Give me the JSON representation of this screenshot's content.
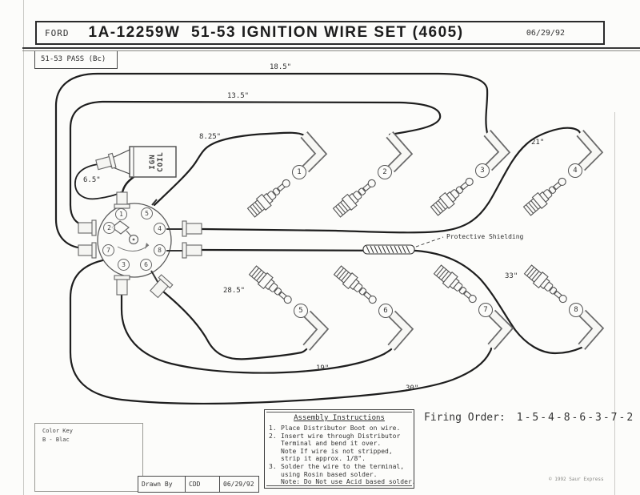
{
  "colors": {
    "ink": "#1e1e1e",
    "outline": "#5a5a5a",
    "paper": "#fcfcfa"
  },
  "header": {
    "brand": "FORD",
    "title": "1A-12259W  51-53 IGNITION WIRE SET (4605)",
    "date": "06/29/92",
    "model": "51-53 PASS (Bc)"
  },
  "coil": {
    "line1": "IGN",
    "line2": "COIL"
  },
  "wire_lengths": {
    "w18": "18.5\"",
    "w13": "13.5\"",
    "w8": "8.25\"",
    "w21": "21\"",
    "w6": "6.5\"",
    "w28": "28.5\"",
    "w33": "33\"",
    "w19": "19\"",
    "w30": "30\""
  },
  "shielding_label": "Protective Shielding",
  "plug_numbers": [
    "1",
    "2",
    "3",
    "4",
    "5",
    "6",
    "7",
    "8"
  ],
  "distributor_terminals": [
    "1",
    "5",
    "2",
    "4",
    "7",
    "8",
    "3",
    "6"
  ],
  "firing_order": {
    "label": "Firing Order:",
    "value": "1-5-4-8-6-3-7-2"
  },
  "assembly": {
    "title": "Assembly Instructions",
    "lines": [
      {
        "num": "1.",
        "text": "Place Distributor Boot on wire."
      },
      {
        "num": "2.",
        "text": "Insert wire through Distributor"
      },
      {
        "num": "",
        "text": "Terminal and bend it over."
      },
      {
        "num": "",
        "text": "Note If wire is not stripped,"
      },
      {
        "num": "",
        "text": "strip it approx. 1/8\"."
      },
      {
        "num": "3.",
        "text": "Solder the wire to the terminal,"
      },
      {
        "num": "",
        "text": "using Rosin based solder."
      },
      {
        "num": "",
        "text": "Note: Do Not use Acid based solder."
      }
    ]
  },
  "color_key": {
    "title": "Color Key",
    "entry": "B - Blac"
  },
  "drawn_by": {
    "label": "Drawn By",
    "value": "CDD",
    "date": "06/29/92"
  },
  "copyright": "© 1992 Saur Express"
}
